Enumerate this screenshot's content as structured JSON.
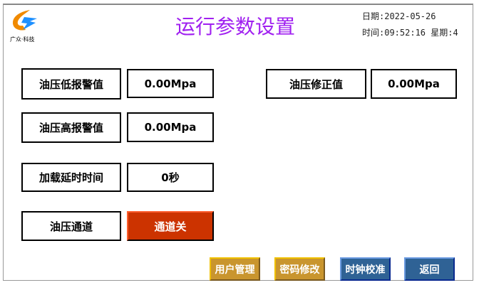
{
  "header": {
    "logo_text": "广众·科技",
    "title": "运行参数设置",
    "date_label": "日期:",
    "date": "2022-05-26",
    "time_label": "时间:",
    "time": "09:52:16",
    "weekday_label": "星期:",
    "weekday": "4"
  },
  "params": [
    {
      "label": "油压低报警值",
      "value": "0.00Mpa"
    },
    {
      "label": "油压高报警值",
      "value": "0.00Mpa"
    },
    {
      "label": "加载延时时间",
      "value": "0秒"
    },
    {
      "label": "油压通道",
      "value": "通道关"
    },
    {
      "label": "油压修正值",
      "value": "0.00Mpa"
    }
  ],
  "buttons": {
    "user": "用户管理",
    "password": "密码修改",
    "clock": "时钟校准",
    "back": "返回"
  },
  "colors": {
    "title": "#a020f0",
    "channel_off": "#cc3300"
  }
}
